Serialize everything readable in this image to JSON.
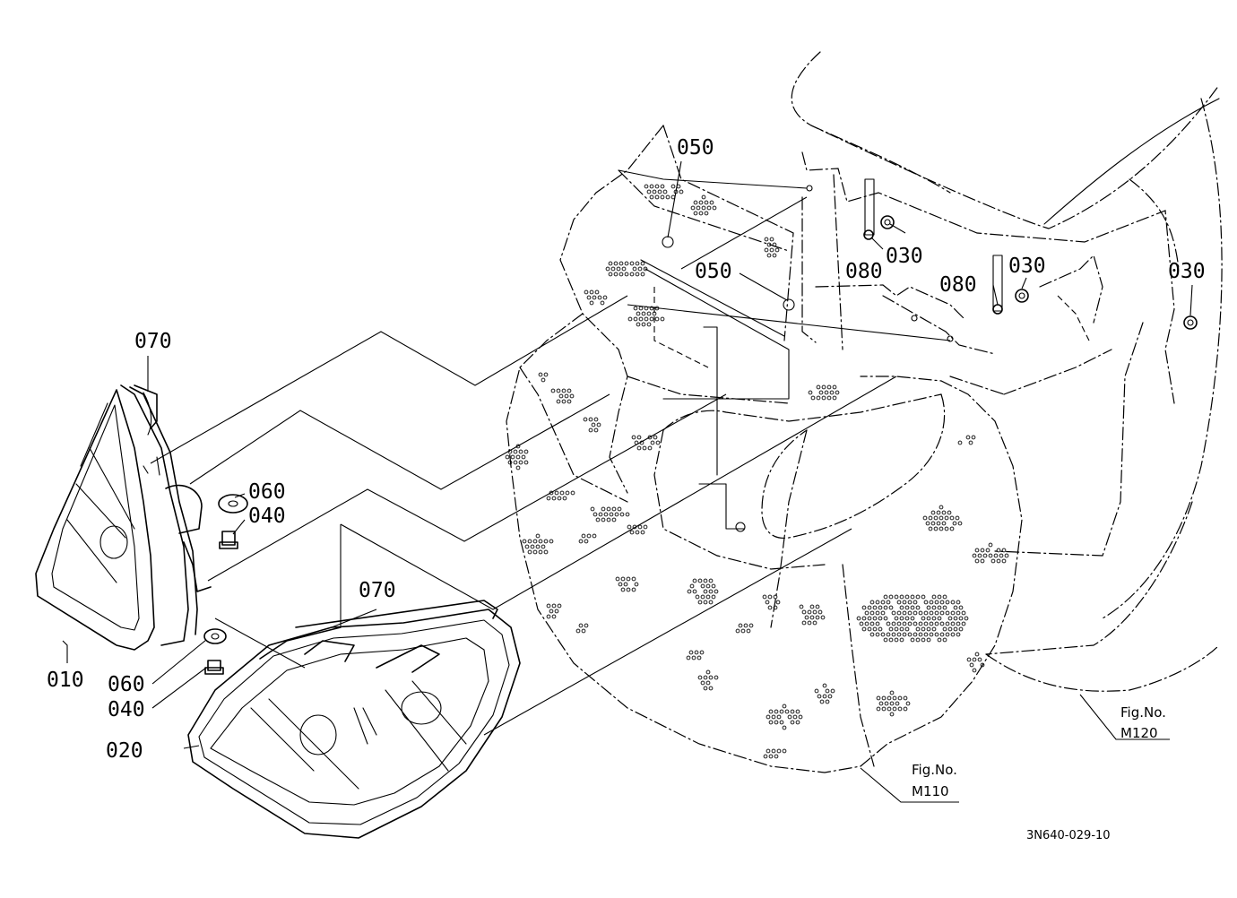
{
  "callouts": [
    {
      "id": "010",
      "text": "010"
    },
    {
      "id": "020",
      "text": "020"
    },
    {
      "id": "030a",
      "text": "030"
    },
    {
      "id": "030b",
      "text": "030"
    },
    {
      "id": "030c",
      "text": "030"
    },
    {
      "id": "040a",
      "text": "040"
    },
    {
      "id": "040b",
      "text": "040"
    },
    {
      "id": "050a",
      "text": "050"
    },
    {
      "id": "050b",
      "text": "050"
    },
    {
      "id": "060a",
      "text": "060"
    },
    {
      "id": "060b",
      "text": "060"
    },
    {
      "id": "070a",
      "text": "070"
    },
    {
      "id": "070b",
      "text": "070"
    },
    {
      "id": "080a",
      "text": "080"
    },
    {
      "id": "080b",
      "text": "080"
    }
  ],
  "figure_refs": [
    {
      "line1": "Fig.No.",
      "line2": "M110"
    },
    {
      "line1": "Fig.No.",
      "line2": "M120"
    }
  ],
  "drawing_number": "3N640-029-10"
}
